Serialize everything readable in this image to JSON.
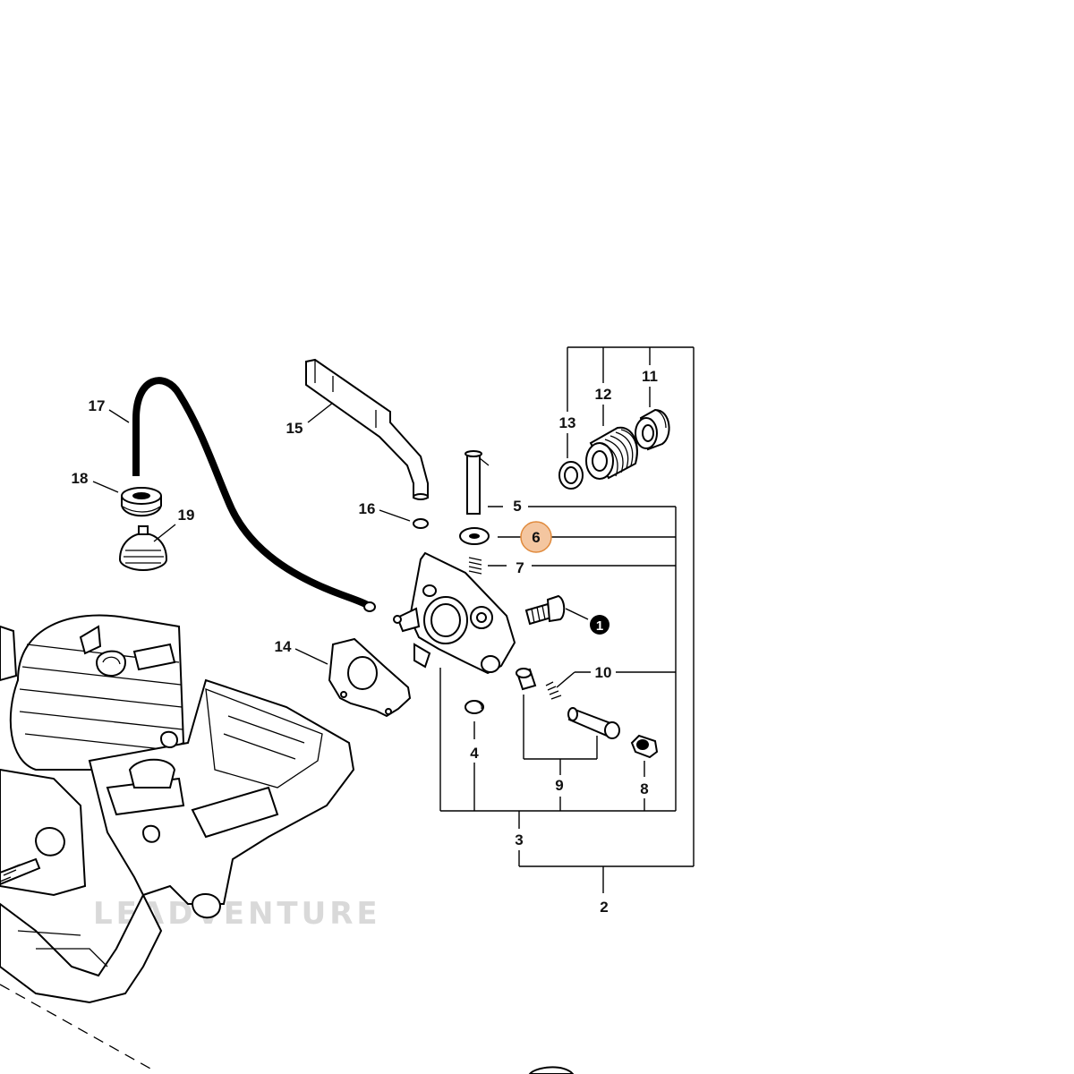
{
  "highlight_color": "#f4c6a0",
  "highlight_stroke": "#e08a3c",
  "watermark": "LEADVENTURE",
  "note_marker": "1",
  "callouts": [
    "2",
    "3",
    "4",
    "5",
    "6",
    "7",
    "8",
    "9",
    "10",
    "11",
    "12",
    "13",
    "14",
    "15",
    "16",
    "17",
    "18",
    "19"
  ],
  "highlighted_callout": "6"
}
